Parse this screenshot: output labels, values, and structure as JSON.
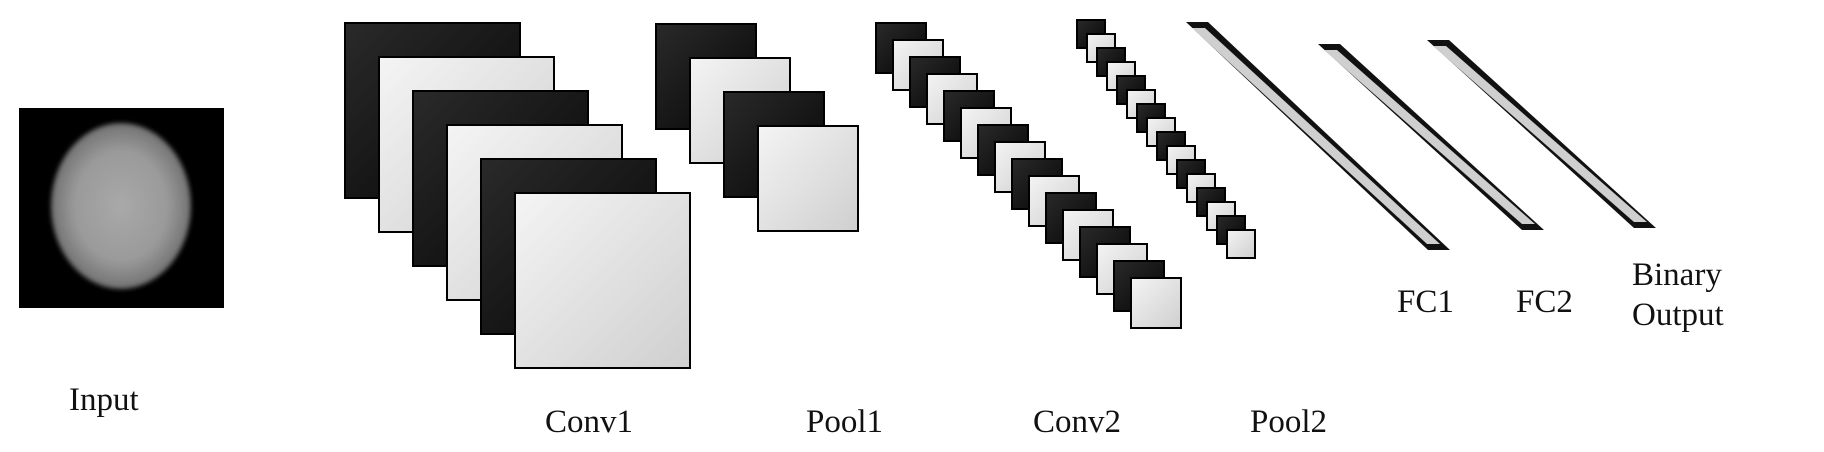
{
  "labels": {
    "input": "Input",
    "conv1": "Conv1",
    "pool1": "Pool1",
    "conv2": "Conv2",
    "pool2": "Pool2",
    "fc1": "FC1",
    "fc2": "FC2",
    "output_line1": "Binary",
    "output_line2": "Output"
  },
  "layers": {
    "conv1": {
      "feature_maps": 6
    },
    "pool1": {
      "feature_maps": 4
    },
    "conv2": {
      "feature_maps": 16
    },
    "pool2": {
      "feature_maps": 16
    }
  },
  "colors": {
    "dark_map": "#111111",
    "light_map": "#e2e2e2",
    "outline": "#000000",
    "input_background": "#000000"
  }
}
